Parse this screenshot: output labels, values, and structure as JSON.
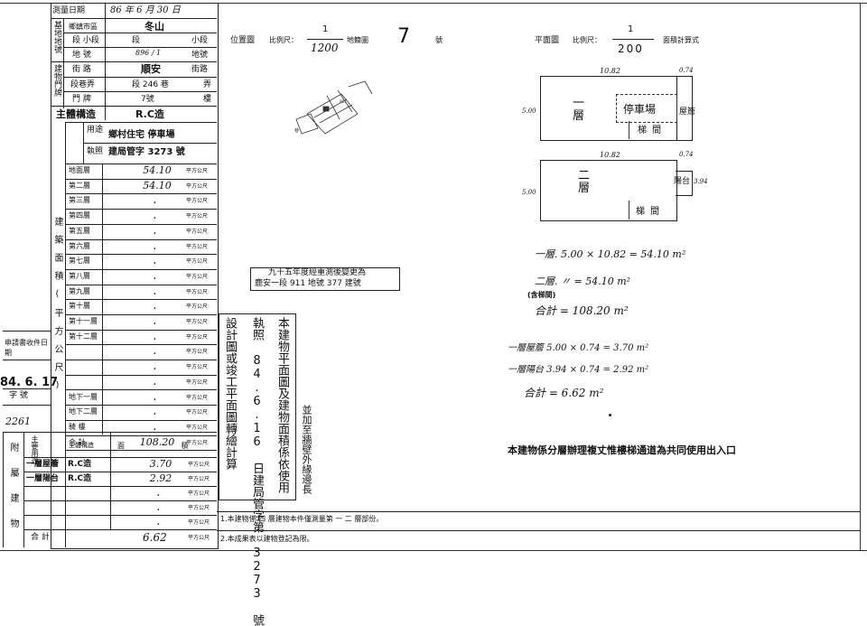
{
  "survey": {
    "date_label": "測量日期",
    "date_value": "86 年 6 月 30 日",
    "base": {
      "group_label": "基地地號",
      "county_label": "鄉鎮市區",
      "county_value": "冬山",
      "section_label": "段 小段",
      "section_value": "段",
      "subsection_suffix": "小段",
      "lot_label": "地 號",
      "lot_value": "896 / 1",
      "lot_suffix": "地號"
    },
    "address": {
      "group_label": "建物門牌",
      "street_label": "街 路",
      "street_value": "順安",
      "street_suffix": "街路",
      "lane_label": "段巷弄",
      "lane_value": "段 246 巷",
      "lane_suffix": "弄",
      "number_label": "門 牌",
      "number_value": "7號",
      "number_suffix": "樓"
    }
  },
  "structure": {
    "main_label": "主體構造",
    "main_value": "R.C造",
    "use_label": "用途",
    "use_value": "鄉村住宅 停車場",
    "permit_label": "執照",
    "permit_value": "建局管字 3273 號"
  },
  "floors_section": {
    "side_label": "建築面積(平方公尺)",
    "unit": "平方公尺",
    "rows": [
      {
        "label": "地面層",
        "value": "54.10"
      },
      {
        "label": "第二層",
        "value": "54.10"
      },
      {
        "label": "第三層",
        "value": "．"
      },
      {
        "label": "第四層",
        "value": "．"
      },
      {
        "label": "第五層",
        "value": "．"
      },
      {
        "label": "第六層",
        "value": "．"
      },
      {
        "label": "第七層",
        "value": "．"
      },
      {
        "label": "第八層",
        "value": "．"
      },
      {
        "label": "第九層",
        "value": "．"
      },
      {
        "label": "第十層",
        "value": "．"
      },
      {
        "label": "第十一層",
        "value": "．"
      },
      {
        "label": "第十二層",
        "value": "．"
      },
      {
        "label": "",
        "value": "．"
      },
      {
        "label": "",
        "value": "．"
      },
      {
        "label": "",
        "value": "．"
      },
      {
        "label": "地下一層",
        "value": "．"
      },
      {
        "label": "地下二層",
        "value": "．"
      },
      {
        "label": "騎 樓",
        "value": "．"
      },
      {
        "label": "合 計",
        "value": "108.20"
      }
    ]
  },
  "application": {
    "date_label": "申請書收件日期",
    "date_value": "84. 6. 17",
    "number_label": "字 號",
    "number_value": "2261"
  },
  "annex": {
    "side_label": "附屬建物",
    "use_label": "主要用途",
    "struct_label": "主體構造",
    "area_label": "面 積",
    "rows": [
      {
        "use": "一層屋簷",
        "struct": "R.C造",
        "value": "3.70"
      },
      {
        "use": "一層陽台",
        "struct": "R.C造",
        "value": "2.92"
      },
      {
        "use": "",
        "struct": "",
        "value": "．"
      },
      {
        "use": "",
        "struct": "",
        "value": "．"
      },
      {
        "use": "",
        "struct": "",
        "value": "．"
      }
    ],
    "total_label": "合 計",
    "total_value": "6.62",
    "unit": "平方公尺"
  },
  "location_map": {
    "title": "位置圖",
    "scale_label": "比例尺：",
    "scale_num": "1",
    "scale_den": "1200",
    "cadastral_label": "地籍圖",
    "cadastral_value": "7",
    "cadastral_suffix": "號"
  },
  "floor_plan": {
    "title": "平面圖",
    "scale_label": "比例尺：",
    "scale_num": "1",
    "scale_den": "200",
    "calc_label": "面積計算式",
    "dim_top": "10.82",
    "dim_top_right": "0.74",
    "dim_side": "5.00",
    "dim_balcony": "3.94",
    "floor1_label": "一層",
    "floor1_parking": "停車場",
    "floor1_eave": "屋簷",
    "floor1_stairs": "梯間",
    "floor2_label": "二層",
    "floor2_balcony": "陽台",
    "floor2_stairs": "梯間"
  },
  "calc": {
    "line1": "一層. 5.00 × 10.82 = 54.10 m²",
    "line2": "二層.       〃        = 54.10 m²",
    "note": "(含梯間)",
    "line3": "合計 = 108.20 m²",
    "line4": "一層屋簷  5.00 × 0.74 = 3.70 m²",
    "line5": "一層陽台  3.94 × 0.74 = 2.92 m²",
    "line6": "合計 = 6.62 m²"
  },
  "change_note": {
    "line1": "九十五年度經重測後變更為",
    "line2": "鹿安一段 911 地號 377 建號"
  },
  "vertical_box": {
    "col1": "本建物平面圖及建物面積係依使用",
    "col2": "執照 84.6.16 日建局管字第 3273 號",
    "col3": "設計圖或竣工平面圖轉繪計算",
    "extra": "並加至牆壁外緣邊長"
  },
  "shared_note": "本建物係分層辦理複丈惟樓梯通道為共同使用出入口",
  "footnotes": {
    "f1": "1.本建物係 四 層建物本件僅測量第 一 二 層部份。",
    "f2": "2.本成果表以建物登記為限。"
  }
}
